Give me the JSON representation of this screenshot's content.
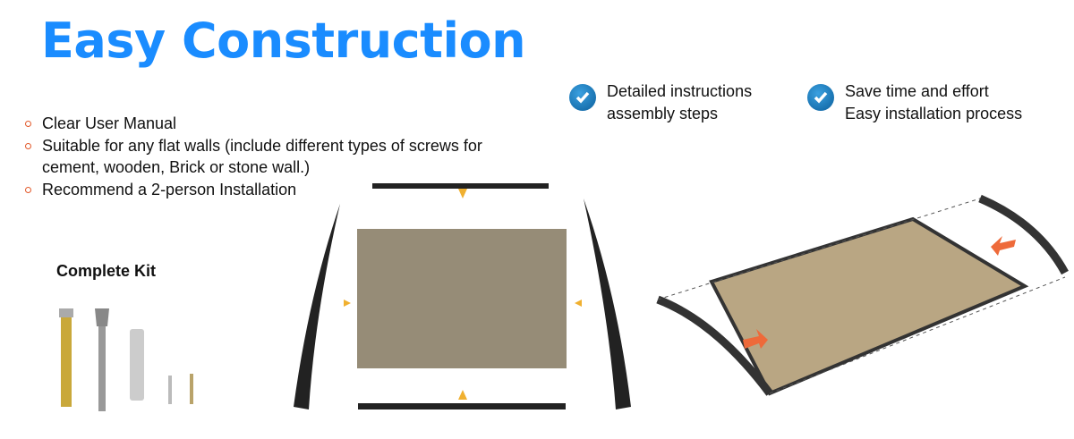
{
  "title": "Easy Construction",
  "bullets": [
    "Clear User Manual",
    "Suitable for any flat walls (include different types of screws for cement, wooden, Brick or stone wall.)",
    "Recommend a 2-person Installation"
  ],
  "features": [
    {
      "line1": "Detailed instructions",
      "line2": "assembly steps",
      "icon": "check-circle-icon"
    },
    {
      "line1": "Save time and effort",
      "line2": "Easy installation process",
      "icon": "check-circle-icon"
    }
  ],
  "kit_label": "Complete Kit",
  "colors": {
    "title": "#1a8cff",
    "bullet": "#e2592a",
    "check": "#0b6aad",
    "panel": "#968c77",
    "arrow_yellow": "#f0b030",
    "arrow_orange": "#ee6a3a"
  }
}
